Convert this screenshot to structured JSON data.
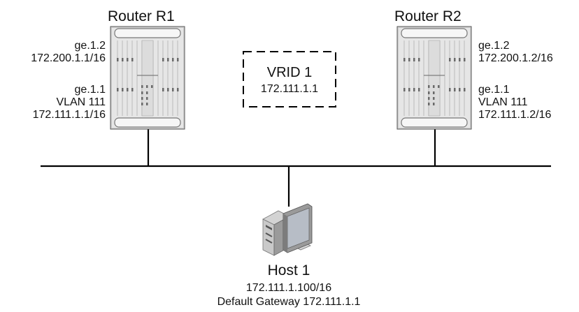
{
  "routers": [
    {
      "title": "Router R1",
      "port_upper": "ge.1.2",
      "ip_upper": "172.200.1.1/16",
      "port_lower": "ge.1.1",
      "vlan": "VLAN 111",
      "ip_lower": "172.111.1.1/16"
    },
    {
      "title": "Router R2",
      "port_upper": "ge.1.2",
      "ip_upper": "172.200.1.2/16",
      "port_lower": "ge.1.1",
      "vlan": "VLAN 111",
      "ip_lower": "172.111.1.2/16"
    }
  ],
  "vrid": {
    "title": "VRID 1",
    "address": "172.111.1.1"
  },
  "host": {
    "title": "Host 1",
    "ip": "172.111.1.100/16",
    "gateway": "Default Gateway 172.111.1.1"
  },
  "colors": {
    "line": "#000000",
    "chassis": "#e4e4e4",
    "chassis_dark": "#9a9a9a",
    "monitor_screen": "#aeb4bd",
    "tower": "#b8b8b8"
  },
  "icons": {
    "router": "router-chassis-icon",
    "host": "desktop-computer-icon"
  }
}
